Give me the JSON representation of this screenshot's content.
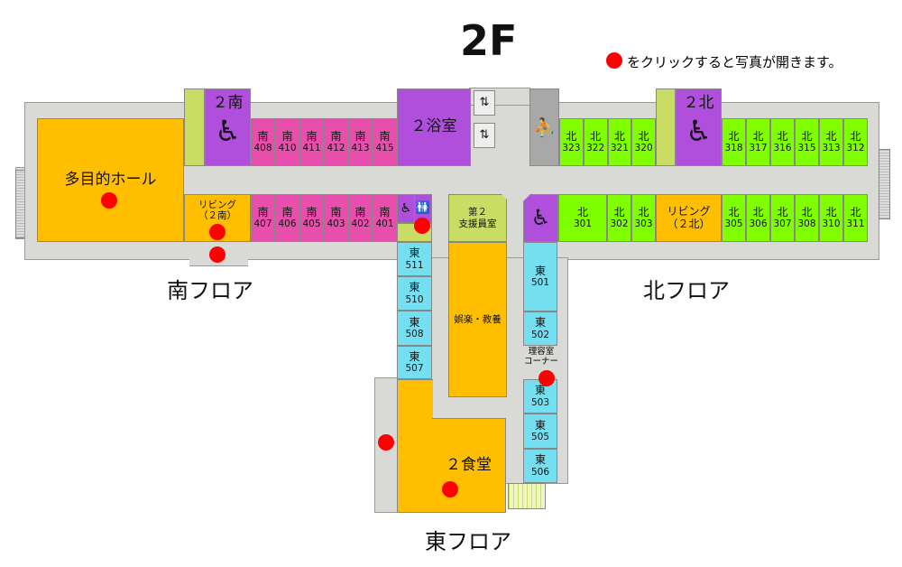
{
  "floor_title": "2F",
  "legend": {
    "text": "をクリックすると写真が開きます。",
    "marker_color": "#ff0000"
  },
  "floor_labels": {
    "south": "南フロア",
    "north": "北フロア",
    "east": "東フロア"
  },
  "rooms": {
    "hall": {
      "label": "多目的ホール"
    },
    "s_station": {
      "label": "２南"
    },
    "bath": {
      "label": "２浴室"
    },
    "s_living": {
      "label": "リビング",
      "sub": "（２南）"
    },
    "support": {
      "label": "第２",
      "sub": "支援員室"
    },
    "recreation": {
      "label": "娯楽・教養"
    },
    "dining": {
      "label": "２食堂"
    },
    "n_station": {
      "label": "２北"
    },
    "n_living": {
      "label": "リビング",
      "sub": "（２北）"
    },
    "barber": {
      "label": "理容室",
      "sub": "コーナー"
    },
    "south_top": [
      {
        "l": "南",
        "n": "408"
      },
      {
        "l": "南",
        "n": "410"
      },
      {
        "l": "南",
        "n": "411"
      },
      {
        "l": "南",
        "n": "412"
      },
      {
        "l": "南",
        "n": "413"
      },
      {
        "l": "南",
        "n": "415"
      }
    ],
    "south_bottom": [
      {
        "l": "南",
        "n": "407"
      },
      {
        "l": "南",
        "n": "406"
      },
      {
        "l": "南",
        "n": "405"
      },
      {
        "l": "南",
        "n": "403"
      },
      {
        "l": "南",
        "n": "402"
      },
      {
        "l": "南",
        "n": "401"
      }
    ],
    "north_top_a": [
      {
        "l": "北",
        "n": "323"
      },
      {
        "l": "北",
        "n": "322"
      },
      {
        "l": "北",
        "n": "321"
      },
      {
        "l": "北",
        "n": "320"
      }
    ],
    "north_top_b": [
      {
        "l": "北",
        "n": "318"
      },
      {
        "l": "北",
        "n": "317"
      },
      {
        "l": "北",
        "n": "316"
      },
      {
        "l": "北",
        "n": "315"
      },
      {
        "l": "北",
        "n": "313"
      },
      {
        "l": "北",
        "n": "312"
      }
    ],
    "north_bottom_a": [
      {
        "l": "北",
        "n": "301"
      },
      {
        "l": "北",
        "n": "302"
      },
      {
        "l": "北",
        "n": "303"
      }
    ],
    "north_bottom_b": [
      {
        "l": "北",
        "n": "305"
      },
      {
        "l": "北",
        "n": "306"
      },
      {
        "l": "北",
        "n": "307"
      },
      {
        "l": "北",
        "n": "308"
      },
      {
        "l": "北",
        "n": "310"
      },
      {
        "l": "北",
        "n": "311"
      }
    ],
    "east_left": [
      {
        "l": "東",
        "n": "511"
      },
      {
        "l": "東",
        "n": "510"
      },
      {
        "l": "東",
        "n": "508"
      },
      {
        "l": "東",
        "n": "507"
      }
    ],
    "east_right_a": [
      {
        "l": "東",
        "n": "501"
      },
      {
        "l": "東",
        "n": "502"
      }
    ],
    "east_right_b": [
      {
        "l": "東",
        "n": "503"
      },
      {
        "l": "東",
        "n": "505"
      },
      {
        "l": "東",
        "n": "506"
      }
    ]
  },
  "colors": {
    "south": "#e84fad",
    "north": "#80ff00",
    "east": "#74dff0",
    "common": "#ffbf00",
    "accessible": "#b04fdc"
  }
}
